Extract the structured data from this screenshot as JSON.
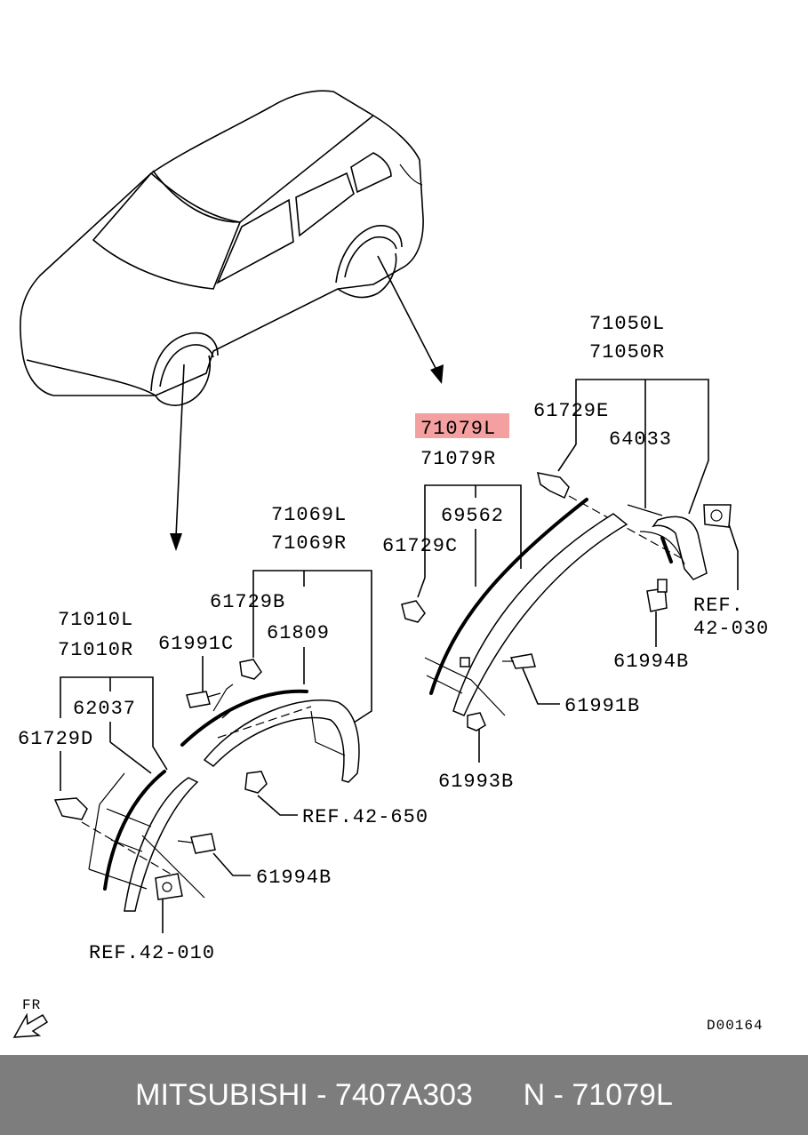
{
  "labels": {
    "p71050L": "71050L",
    "p71050R": "71050R",
    "p61729E": "61729E",
    "p64033": "64033",
    "p71079L": "71079L",
    "p71079R": "71079R",
    "p69562": "69562",
    "p61729C": "61729C",
    "ref42030_a": "REF.",
    "ref42030_b": "42-030",
    "p61994B_r": "61994B",
    "p61991B": "61991B",
    "p61993B": "61993B",
    "p71069L": "71069L",
    "p71069R": "71069R",
    "p61729B": "61729B",
    "p61991C": "61991C",
    "p61809": "61809",
    "ref42650": "REF.42-650",
    "p71010L": "71010L",
    "p71010R": "71010R",
    "p62037": "62037",
    "p61729D": "61729D",
    "p61994B_l": "61994B",
    "ref42010": "REF.42-010",
    "fr": "FR",
    "diagram_code": "D00164"
  },
  "highlight": {
    "color": "#f4a0a0"
  },
  "footer": {
    "text": "MITSUBISHI - 7407A303      N - 71079L",
    "bg_color": "#7d7d7d",
    "text_color": "#ffffff"
  }
}
